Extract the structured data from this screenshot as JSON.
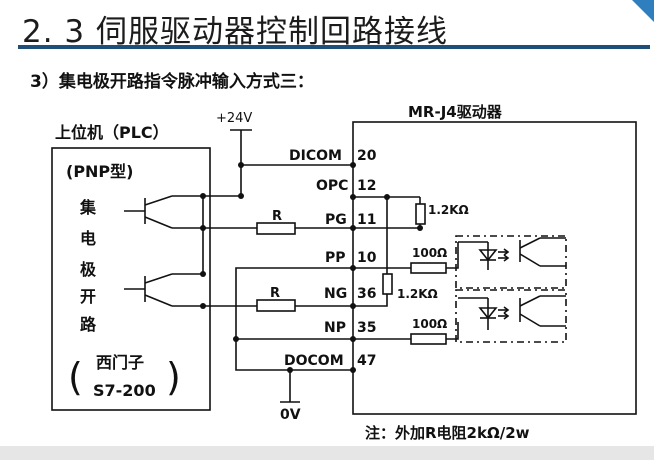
{
  "slide": {
    "title": "2. 3 伺服驱动器控制回路接线",
    "subtitle": "3）集电极开路指令脉冲输入方式三："
  },
  "plc": {
    "label": "上位机（PLC）",
    "type": "(PNP型)",
    "vertical_text": [
      "集",
      "电",
      "极",
      "开",
      "路"
    ],
    "model_line1": "西门子",
    "model_line2": "S7-200",
    "paren_left": "(",
    "paren_right": ")"
  },
  "power": {
    "supply": "+24V",
    "ground": "0V"
  },
  "driver": {
    "label": "MR-J4驱动器",
    "pins": [
      {
        "name": "DICOM",
        "num": "20"
      },
      {
        "name": "OPC",
        "num": "12"
      },
      {
        "name": "PG",
        "num": "11"
      },
      {
        "name": "PP",
        "num": "10"
      },
      {
        "name": "NG",
        "num": "36"
      },
      {
        "name": "NP",
        "num": "35"
      },
      {
        "name": "DOCOM",
        "num": "47"
      }
    ]
  },
  "components": {
    "r1": "R",
    "r2": "R",
    "res_1k2_a": "1.2KΩ",
    "res_1k2_b": "1.2KΩ",
    "res_100_a": "100Ω",
    "res_100_b": "100Ω"
  },
  "note": "注：外加R电阻2kΩ/2w",
  "colors": {
    "title_rule": "#1f4e79",
    "corner_accent": "#2f7fbf",
    "wire": "#111111"
  }
}
